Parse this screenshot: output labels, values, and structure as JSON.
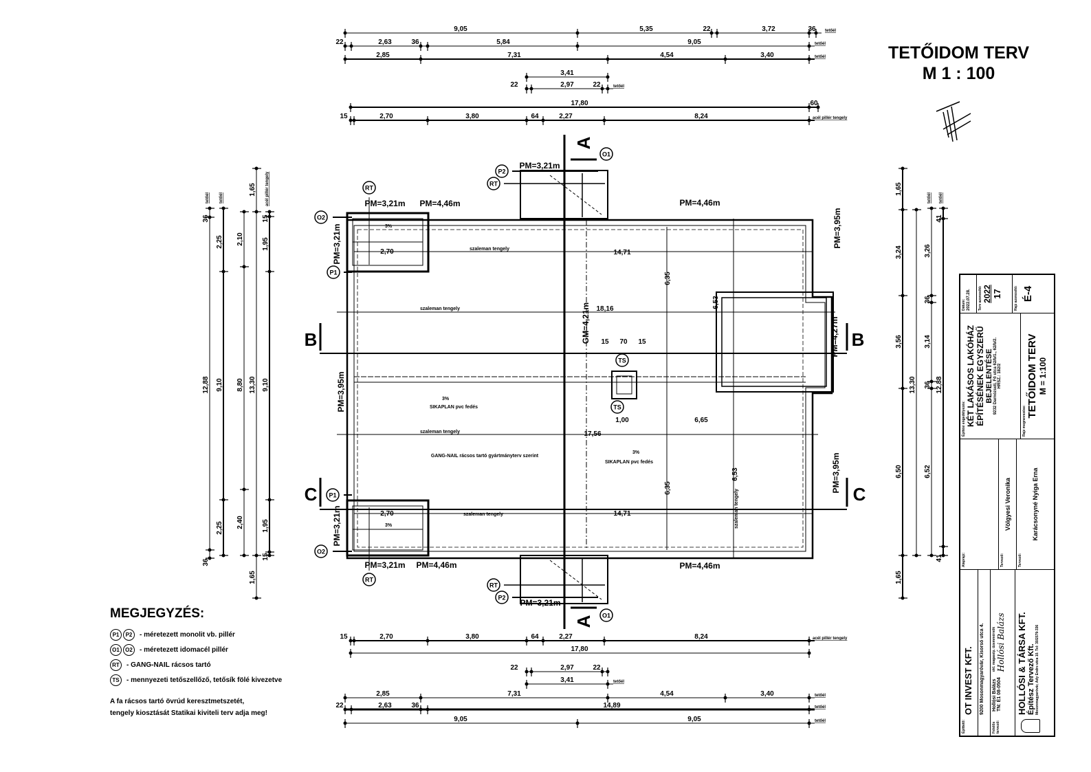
{
  "title": {
    "line1": "TETŐIDOM TERV",
    "line2": "M 1 : 100"
  },
  "dimensions": {
    "top": [
      {
        "labels": [
          "9,05",
          "5,35",
          "22",
          "3,72",
          "36"
        ],
        "tag": "tetőél"
      },
      {
        "labels": [
          "22",
          "2,63",
          "36",
          "5,84",
          "9,05"
        ],
        "tag": "tetőél"
      },
      {
        "labels": [
          "2,85",
          "7,31",
          "4,54",
          "3,40"
        ],
        "tag": "tetőél"
      },
      {
        "labels": [
          "3,41"
        ]
      },
      {
        "labels": [
          "22",
          "2,97",
          "22"
        ],
        "tag": "tetőél"
      },
      {
        "labels": [
          "17,80",
          "60"
        ]
      },
      {
        "labels": [
          "15",
          "2,70",
          "3,80",
          "64",
          "2,27",
          "8,24"
        ],
        "tag": "acél pillér tengely"
      }
    ],
    "bottom": [
      {
        "labels": [
          "15",
          "2,70",
          "3,80",
          "64",
          "2,27",
          "8,24"
        ],
        "tag": "acél pillér tengely"
      },
      {
        "labels": [
          "17,80"
        ]
      },
      {
        "labels": [
          "22",
          "2,97",
          "22"
        ]
      },
      {
        "labels": [
          "3,41"
        ],
        "tag": "tetőél"
      },
      {
        "labels": [
          "2,85",
          "7,31",
          "4,54",
          "3,40"
        ],
        "tag": "tetőél"
      },
      {
        "labels": [
          "22",
          "2,63",
          "36",
          "14,89"
        ],
        "tag": "tetőél"
      },
      {
        "labels": [
          "9,05",
          "9,05"
        ],
        "tag": "tetőél"
      }
    ],
    "left": [
      {
        "labels": [
          "36",
          "12,88",
          "36"
        ],
        "tag": "tetőél"
      },
      {
        "labels": [
          "2,25",
          "9,10",
          "2,25"
        ],
        "tag": "tetőél"
      },
      {
        "labels": [
          "2,10",
          "8,80",
          "2,40"
        ]
      },
      {
        "labels": [
          "1,65",
          "13,30",
          "1,65"
        ]
      },
      {
        "labels": [
          "15",
          "1,95",
          "9,10",
          "1,95",
          "15"
        ],
        "tag": "acél pillér tengely"
      }
    ],
    "right": [
      {
        "labels": [
          "1,65",
          "3,24",
          "3,56",
          "6,50",
          "1,65"
        ]
      },
      {
        "labels": [
          "13,30"
        ]
      },
      {
        "labels": [
          "3,26",
          "36",
          "3,14",
          "36",
          "6,52"
        ],
        "tag": "tetőél"
      },
      {
        "labels": [
          "41",
          "12,88",
          "41"
        ],
        "tag": "tetőél"
      }
    ]
  },
  "plan": {
    "pm_labels": [
      "PM=3,21m",
      "PM=4,46m",
      "PM=3,21m",
      "PM=4,46m",
      "PM=3,95m",
      "PM=3,21m",
      "PM=4,27m",
      "PM=3,95m",
      "GM=4,21m",
      "PM=3,95m",
      "PM=3,21m",
      "PM=3,21m",
      "PM=4,46m",
      "PM=3,21m",
      "PM=4,46m"
    ],
    "axis_labels": [
      "szaleman tengely",
      "szaleman tengely",
      "szaleman tengely",
      "szaleman tengely",
      "szaleman tengely"
    ],
    "measures": [
      "14,71",
      "18,16",
      "17,56",
      "14,71",
      "2,70",
      "2,70",
      "6,35",
      "6,35",
      "6,53",
      "6,53",
      "1,00",
      "6,65",
      "15",
      "70",
      "15"
    ],
    "roof_labels": [
      "SIKAPLAN pvc fedés",
      "SIKAPLAN pvc fedés",
      "GANG-NAIL rácsos tartó gyártmányterv szerint",
      "3%",
      "3%",
      "3%",
      "3%"
    ],
    "section_marks": [
      "A",
      "A",
      "B",
      "B",
      "C",
      "C"
    ],
    "tags": [
      "RT",
      "O2",
      "P1",
      "P2",
      "RT",
      "O1",
      "TS",
      "TS",
      "P1",
      "O2",
      "RT",
      "RT",
      "P2",
      "O1"
    ]
  },
  "legend": {
    "heading": "MEGJEGYZÉS:",
    "items": [
      {
        "symbols": [
          "P1",
          "P2"
        ],
        "text": "- méretezett monolit vb. pillér"
      },
      {
        "symbols": [
          "O1",
          "O2"
        ],
        "text": "- méretezett idomacél pillér"
      },
      {
        "symbols": [
          "RT"
        ],
        "text": "- GANG-NAIL rácsos tartó"
      },
      {
        "symbols": [
          "TS"
        ],
        "text": "- mennyezeti tetőszellőző, tetősík fölé kivezetve"
      }
    ],
    "note_lines": [
      "A fa rácsos tartó övrúd keresztmetszetét,",
      "tengely kiosztását Statikai kiviteli terv adja meg!"
    ]
  },
  "title_block": {
    "client_label": "Építtető:",
    "client_name": "OT INVEST KFT.",
    "client_address": "9200 Mosonmagyaróvár, Kisorsó utca 4.",
    "responsible_label": "Felelős tervező:",
    "responsible_name": "Hollósi Balázs",
    "responsible_title": "okl. magasép. üzemmérnök",
    "responsible_reg": "TN: É1 08-0504",
    "signature": "Hollósi Balázs",
    "firm_name": "HOLLÓSI & TÁRSA KFT.",
    "firm_sub": "Építész Tervező Kft.",
    "firm_address": "Mosonmagyaróvár, Ady Endre utca 10. Tel: 30/2579-336",
    "floorplan_label": "Alaprajz:",
    "designer_label_1": "Tervező:",
    "designer_1": "Völgyesi Veronika",
    "designer_label_2": "Tervező:",
    "designer_2": "Karácsonyné Nyiga Erna",
    "project_label": "Építési engedélyezés:",
    "project_line1": "KÉT LAKÁSOS LAKÓHÁZ",
    "project_line2": "ÉPÍTÉSÉNEK EGYSZERŰ",
    "project_line3": "BEJELENTÉSE",
    "project_address": "9232 Darnózseli, Fő utca 62/b/1., 62/b/2.",
    "project_hrsz": "HRSZ.: 182/2",
    "drawing_label": "Rajz megnevezése:",
    "drawing_name": "TETŐIDOM TERV",
    "drawing_scale": "M = 1:100",
    "date_label": "Dátum:",
    "date": "2022.07.28.",
    "plan_id_label": "Terv azonosító:",
    "plan_id_year": "2022",
    "plan_id_num": "17",
    "drawing_id_label": "Rajz azonosító:",
    "drawing_id": "É-4"
  }
}
